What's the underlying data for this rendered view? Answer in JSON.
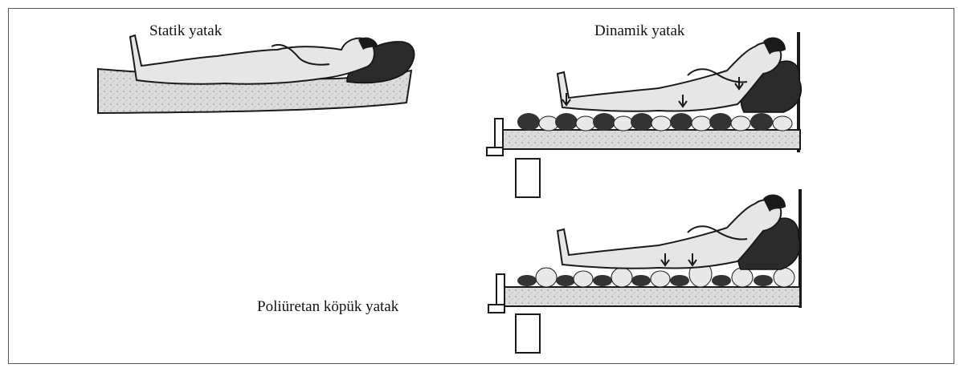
{
  "labels": {
    "static_bed": "Statik yatak",
    "dynamic_bed": "Dinamik yatak",
    "foam_bed": "Poliüretan köpük yatak"
  },
  "colors": {
    "outline": "#1a1a1a",
    "body_fill": "#e6e6e6",
    "pillow": "#2b2b2b",
    "dark_cell": "#333333",
    "light_cell": "#e8e8e8",
    "mattress": "#d9d9d9"
  }
}
